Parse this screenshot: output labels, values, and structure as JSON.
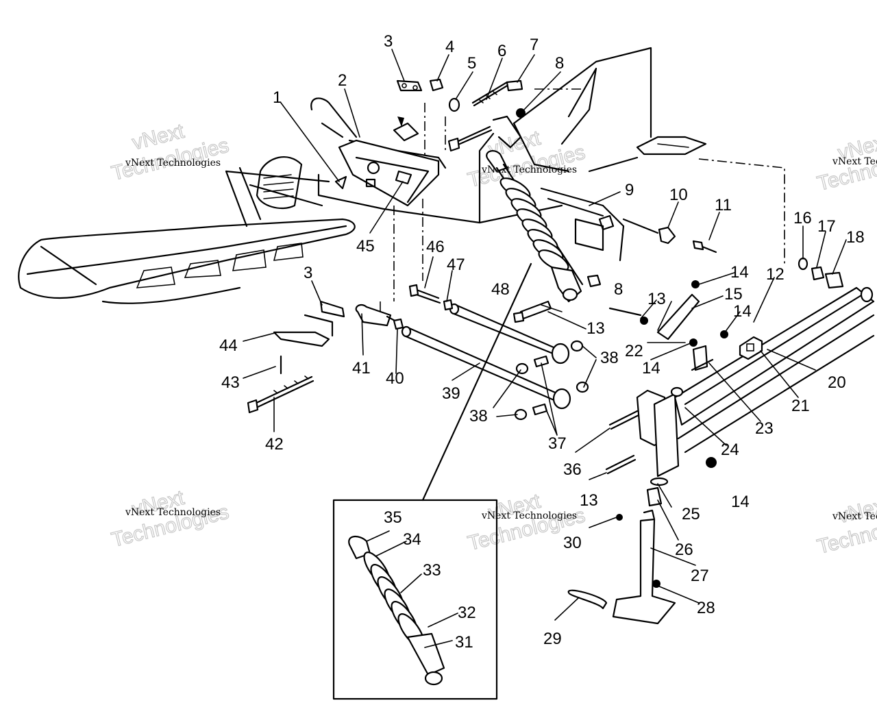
{
  "watermark": {
    "company_line": "vNext Technologies",
    "word1": "vNext",
    "word2": "Technologies"
  },
  "callouts": {
    "c1": "1",
    "c2": "2",
    "c3a": "3",
    "c3b": "3",
    "c4": "4",
    "c5": "5",
    "c6": "6",
    "c7": "7",
    "c8a": "8",
    "c8b": "8",
    "c9": "9",
    "c10": "10",
    "c11": "11",
    "c12": "12",
    "c13a": "13",
    "c13b": "13",
    "c13c": "13",
    "c14a": "14",
    "c14b": "14",
    "c14c": "14",
    "c14d": "14",
    "c15": "15",
    "c16": "16",
    "c17": "17",
    "c18": "18",
    "c20": "20",
    "c21": "21",
    "c22": "22",
    "c23": "23",
    "c24": "24",
    "c25": "25",
    "c26": "26",
    "c27": "27",
    "c28": "28",
    "c29": "29",
    "c30": "30",
    "c31": "31",
    "c32": "32",
    "c33": "33",
    "c34": "34",
    "c35": "35",
    "c36": "36",
    "c37": "37",
    "c38a": "38",
    "c38b": "38",
    "c39": "39",
    "c40": "40",
    "c41": "41",
    "c42": "42",
    "c43": "43",
    "c44": "44",
    "c45": "45",
    "c46": "46",
    "c47": "47",
    "c48": "48"
  }
}
